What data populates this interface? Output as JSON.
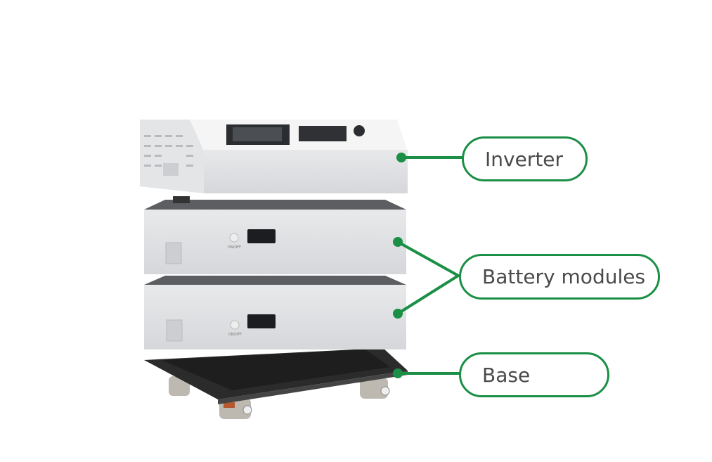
{
  "colors": {
    "accent": "#1a8f45",
    "text": "#4a4a4a",
    "device": "#dfe0e2",
    "base": "#2a2a2a"
  },
  "labels": {
    "inverter": "Inverter",
    "battery": "Battery modules",
    "base": "Base"
  },
  "device": {
    "onoff": "ON/OFF"
  }
}
